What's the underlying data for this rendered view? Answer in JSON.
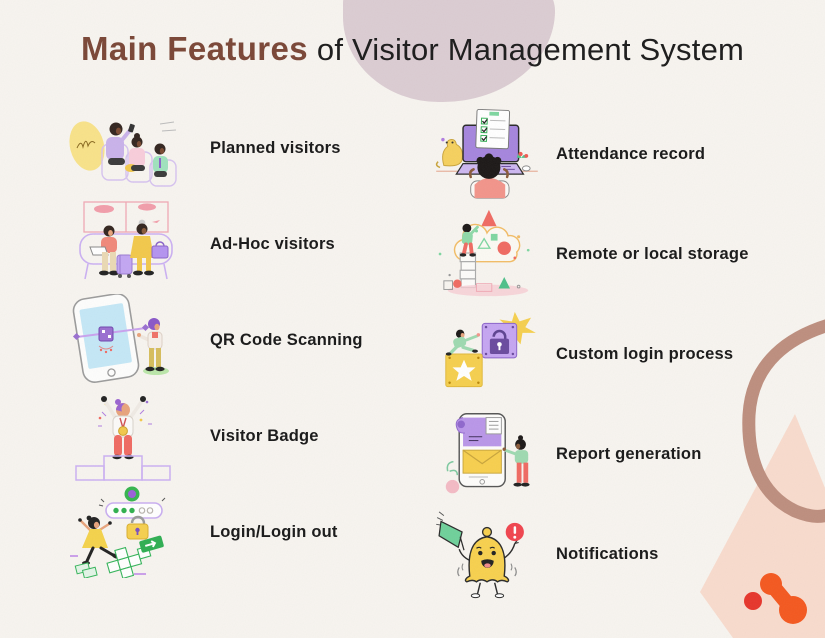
{
  "title": {
    "highlight": "Main Features",
    "rest": " of Visitor Management System"
  },
  "features": {
    "left": [
      {
        "label": "Planned visitors",
        "icon": "planned-visitors-illustration"
      },
      {
        "label": "Ad-Hoc visitors",
        "icon": "ad-hoc-visitors-illustration"
      },
      {
        "label": "QR Code Scanning",
        "icon": "qr-code-scanning-illustration"
      },
      {
        "label": "Visitor Badge",
        "icon": "visitor-badge-illustration"
      },
      {
        "label": "Login/Login out",
        "icon": "login-logout-illustration"
      }
    ],
    "right": [
      {
        "label": "Attendance record",
        "icon": "attendance-record-illustration"
      },
      {
        "label": "Remote or local storage",
        "icon": "remote-local-storage-illustration"
      },
      {
        "label": "Custom login process",
        "icon": "custom-login-process-illustration"
      },
      {
        "label": "Report generation",
        "icon": "report-generation-illustration"
      },
      {
        "label": "Notifications",
        "icon": "notifications-illustration"
      }
    ]
  },
  "colors": {
    "background": "#f7f4ef",
    "title_highlight": "#7a4636",
    "title_text": "#1b1b1b",
    "label_text": "#181818",
    "top_blob": "#dbccd2",
    "curve_stroke": "#bd8e7e",
    "corner_polygon": "#f8dbcd",
    "logo_red": "#e6352b",
    "logo_orange": "#f4581f"
  }
}
